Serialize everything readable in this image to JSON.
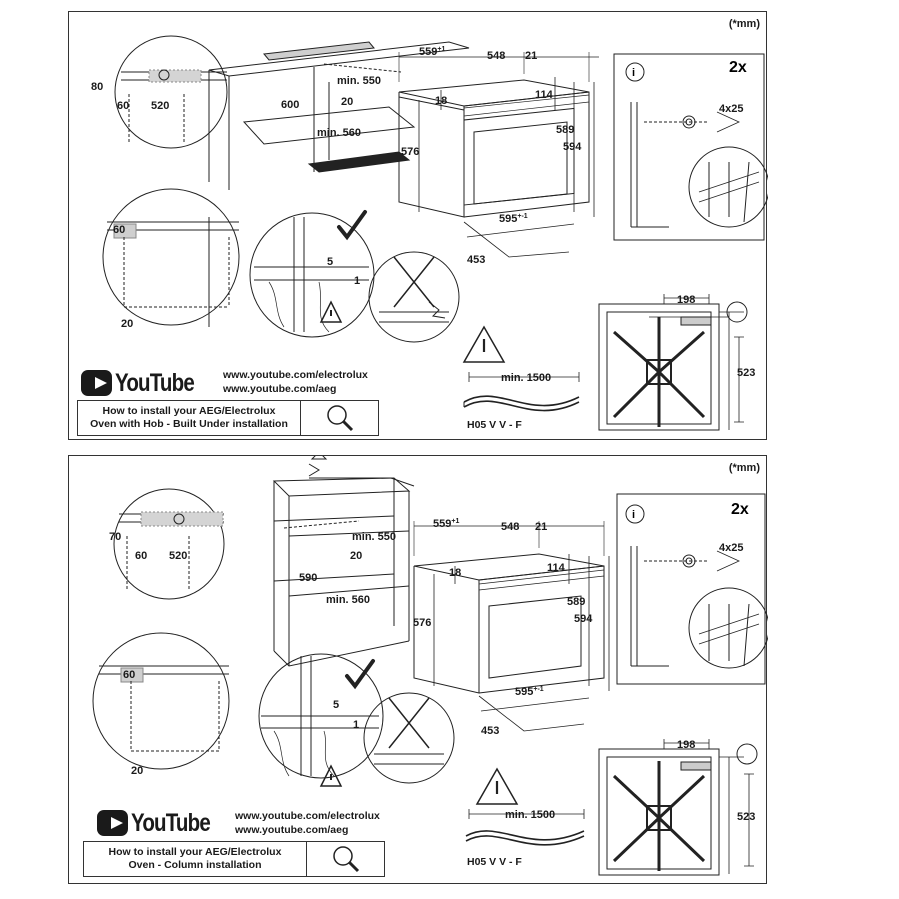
{
  "unit_note": "(*mm)",
  "youtube_word": "YouTube",
  "link_electrolux": "www.youtube.com/electrolux",
  "link_aeg": "www.youtube.com/aeg",
  "cable_type": "H05 V V - F",
  "cable_min": "min. 1500",
  "screw_qty": "2x",
  "screw_spec": "4x25",
  "info_icon": "i",
  "panels": [
    {
      "title_line1": "How to install your AEG/Electrolux",
      "title_line2": "Oven with Hob - Built Under installation",
      "dims": {
        "d80": "80",
        "d60a": "60",
        "d520": "520",
        "d600": "600",
        "d_min550": "min. 550",
        "d20a": "20",
        "d_min560": "min. 560",
        "d60b": "60",
        "d20b": "20",
        "d559": "559",
        "sup1": "+1",
        "d548": "548",
        "d21": "21",
        "d18": "18",
        "d114": "114",
        "d576": "576",
        "d589": "589",
        "d594": "594",
        "d595": "595",
        "sup2": "+-1",
        "d453": "453",
        "d5": "5",
        "d1": "1",
        "d198": "198",
        "d523": "523"
      }
    },
    {
      "title_line1": "How to install your AEG/Electrolux",
      "title_line2": "Oven - Column installation",
      "dims": {
        "d80": "70",
        "d60a": "60",
        "d520": "520",
        "d600": "590",
        "d_min550": "min. 550",
        "d20a": "20",
        "d_min560": "min. 560",
        "d60b": "60",
        "d20b": "20",
        "d559": "559",
        "sup1": "+1",
        "d548": "548",
        "d21": "21",
        "d18": "18",
        "d114": "114",
        "d576": "576",
        "d589": "589",
        "d594": "594",
        "d595": "595",
        "sup2": "+-1",
        "d453": "453",
        "d5": "5",
        "d1": "1",
        "d198": "198",
        "d523": "523"
      }
    }
  ]
}
